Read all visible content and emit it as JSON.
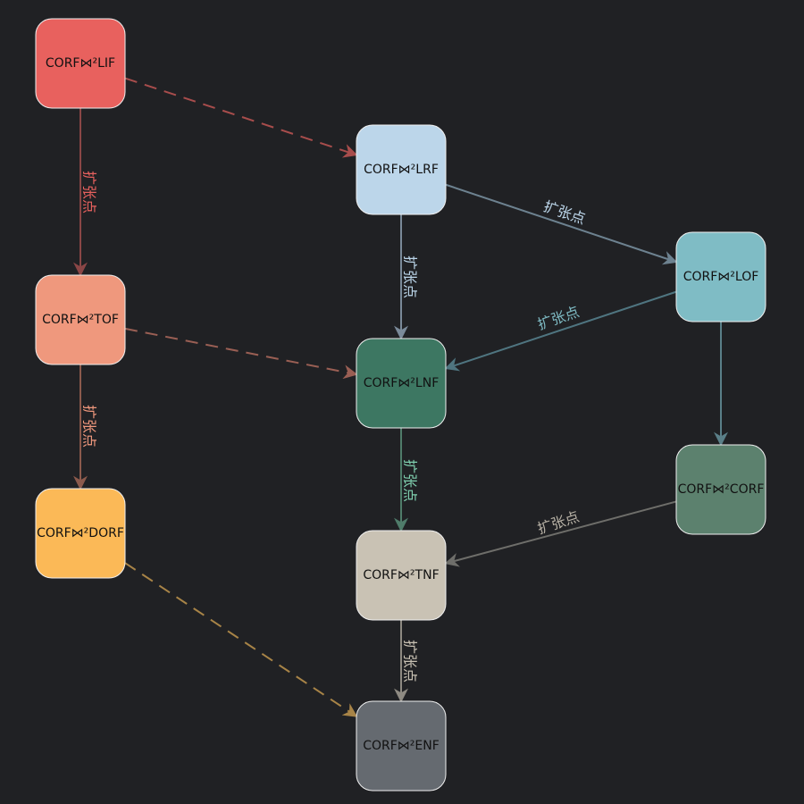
{
  "nodes": [
    {
      "id": "lif",
      "label": "CORF⋈²LIF",
      "color": "#e8615e"
    },
    {
      "id": "lrf",
      "label": "CORF⋈²LRF",
      "color": "#bcd6ea"
    },
    {
      "id": "lof",
      "label": "CORF⋈²LOF",
      "color": "#7fbcc5"
    },
    {
      "id": "tof",
      "label": "CORF⋈²TOF",
      "color": "#ef987d"
    },
    {
      "id": "lnf",
      "label": "CORF⋈²LNF",
      "color": "#3d7762"
    },
    {
      "id": "corf",
      "label": "CORF⋈²CORF",
      "color": "#5c816e"
    },
    {
      "id": "dorf",
      "label": "CORF⋈²DORF",
      "color": "#fbb957"
    },
    {
      "id": "tnf",
      "label": "CORF⋈²TNF",
      "color": "#c9c2b4"
    },
    {
      "id": "enf",
      "label": "CORF⋈²ENF",
      "color": "#656a70"
    }
  ],
  "edges": [
    {
      "from": "lif",
      "to": "tof",
      "style": "solid",
      "color": "#8a4646",
      "label": "扩张点",
      "label_color": "#e8615e"
    },
    {
      "from": "tof",
      "to": "dorf",
      "style": "solid",
      "color": "#8c5a4c",
      "label": "扩张点",
      "label_color": "#ef987d"
    },
    {
      "from": "lrf",
      "to": "lnf",
      "style": "solid",
      "color": "#7a8a99",
      "label": "扩张点",
      "label_color": "#bcd6ea"
    },
    {
      "from": "lrf",
      "to": "lof",
      "style": "solid",
      "color": "#6d8290",
      "label": "扩张点",
      "label_color": "#bcd6ea"
    },
    {
      "from": "lof",
      "to": "lnf",
      "style": "solid",
      "color": "#4f7580",
      "label": "扩张点",
      "label_color": "#7fbcc5"
    },
    {
      "from": "lof",
      "to": "corf",
      "style": "solid",
      "color": "#5a7f88",
      "label": "",
      "label_color": "#7fbcc5"
    },
    {
      "from": "lnf",
      "to": "tnf",
      "style": "solid",
      "color": "#4f7c6a",
      "label": "扩张点",
      "label_color": "#7fcfae"
    },
    {
      "from": "corf",
      "to": "tnf",
      "style": "solid",
      "color": "#6e6e6a",
      "label": "扩张点",
      "label_color": "#b8b2a6"
    },
    {
      "from": "tnf",
      "to": "enf",
      "style": "solid",
      "color": "#8e8a82",
      "label": "扩张点",
      "label_color": "#c9c2b4"
    },
    {
      "from": "lif",
      "to": "lrf",
      "style": "dashed",
      "color": "#a84d4c",
      "label": "",
      "label_color": "#e8615e"
    },
    {
      "from": "tof",
      "to": "lnf",
      "style": "dashed",
      "color": "#9a5f54",
      "label": "",
      "label_color": "#ef987d"
    },
    {
      "from": "dorf",
      "to": "enf",
      "style": "dashed",
      "color": "#a88447",
      "label": "",
      "label_color": "#fbb957"
    }
  ]
}
